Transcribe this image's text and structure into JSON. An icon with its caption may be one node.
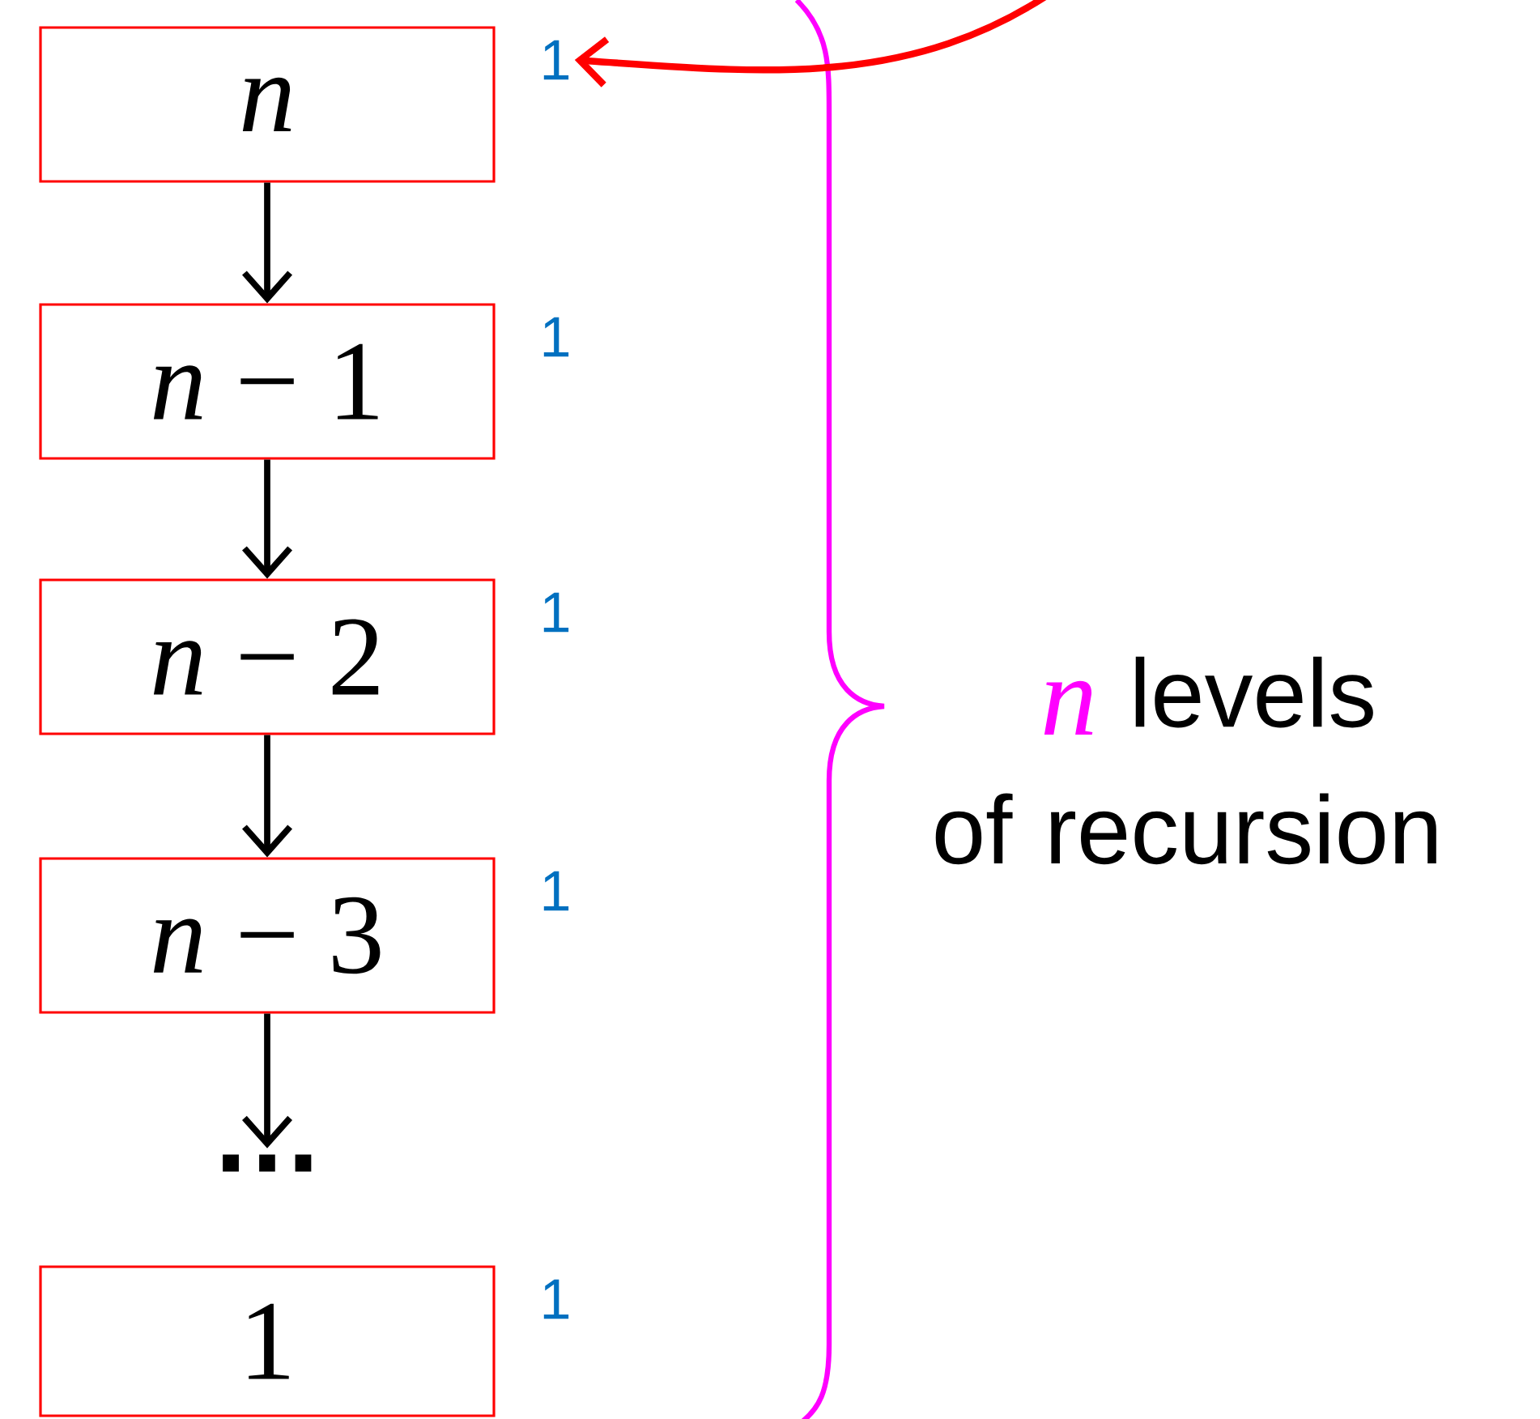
{
  "diagram": {
    "nodes": [
      {
        "text": [
          "*n*"
        ],
        "beside": [
          "1"
        ]
      },
      {
        "text": [
          "*n* − 1"
        ],
        "beside": [
          "1"
        ]
      },
      {
        "text": [
          "*n* − 2"
        ],
        "beside": [
          "1"
        ]
      },
      {
        "text": [
          "*n* − 3"
        ],
        "beside": [
          "1"
        ]
      },
      {
        "text": [
          "…"
        ]
      },
      {
        "text": [
          "1"
        ],
        "beside": [
          "1"
        ]
      }
    ],
    "edges": [
      {
        "from": 0,
        "to": 1,
        "arrow": "to"
      },
      {
        "from": 1,
        "to": 2,
        "arrow": "to"
      },
      {
        "from": 2,
        "to": 3,
        "arrow": "to"
      },
      {
        "from": 3,
        "to": 4,
        "arrow": "to"
      },
      {
        "from": null,
        "to": 0,
        "arrow": "to",
        "color": "#ff0000"
      }
    ],
    "labels": [
      "n",
      "levels of recursion"
    ]
  }
}
